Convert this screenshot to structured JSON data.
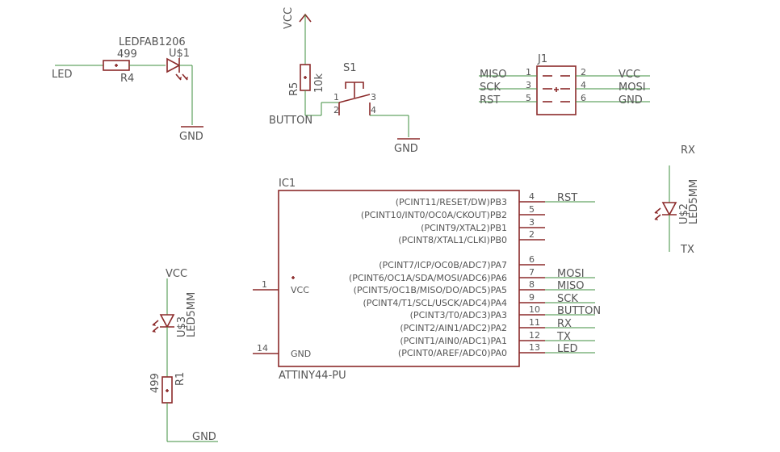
{
  "labels": {
    "led_net": "LED",
    "r4_value": "499",
    "r4_name": "R4",
    "u1_type": "LEDFAB1206",
    "u1_name": "U$1",
    "gnd": "GND",
    "vcc": "VCC",
    "r5_name": "R5",
    "r5_value": "10k",
    "s1_name": "S1",
    "button_net": "BUTTON",
    "j1_name": "J1",
    "miso": "MISO",
    "sck": "SCK",
    "rst": "RST",
    "mosi": "MOSI",
    "ic1_name": "IC1",
    "ic1_type": "ATTINY44-PU",
    "ic_vcc": "VCC",
    "ic_gnd": "GND",
    "rx": "RX",
    "tx": "TX",
    "u2_name": "U$2",
    "u2_type": "LED5MM",
    "u3_name": "U$3",
    "u3_type": "LED5MM",
    "r1_name": "R1",
    "r1_value": "499"
  },
  "switch_pins": [
    "1",
    "2",
    "3",
    "4"
  ],
  "j1_pins": [
    "1",
    "2",
    "3",
    "4",
    "5",
    "6"
  ],
  "ic_pins": [
    {
      "num": "4",
      "label": "(PCINT11/RESET/DW)PB3",
      "net": "RST"
    },
    {
      "num": "5",
      "label": "(PCINT10/INT0/OC0A/CKOUT)PB2",
      "net": ""
    },
    {
      "num": "3",
      "label": "(PCINT9/XTAL2)PB1",
      "net": ""
    },
    {
      "num": "2",
      "label": "(PCINT8/XTAL1/CLKI)PB0",
      "net": ""
    },
    {
      "num": "6",
      "label": "(PCINT7/ICP/OC0B/ADC7)PA7",
      "net": ""
    },
    {
      "num": "7",
      "label": "(PCINT6/OC1A/SDA/MOSI/ADC6)PA6",
      "net": "MOSI"
    },
    {
      "num": "8",
      "label": "(PCINT5/OC1B/MISO/DO/ADC5)PA5",
      "net": "MISO"
    },
    {
      "num": "9",
      "label": "(PCINT4/T1/SCL/USCK/ADC4)PA4",
      "net": "SCK"
    },
    {
      "num": "10",
      "label": "(PCINT3/T0/ADC3)PA3",
      "net": "BUTTON"
    },
    {
      "num": "11",
      "label": "(PCINT2/AIN1/ADC2)PA2",
      "net": "RX"
    },
    {
      "num": "12",
      "label": "(PCINT1/AIN0/ADC1)PA1",
      "net": "TX"
    },
    {
      "num": "13",
      "label": "(PCINT0/AREF/ADC0)PA0",
      "net": "LED"
    }
  ],
  "ic_left_pins": [
    "1",
    "14"
  ]
}
